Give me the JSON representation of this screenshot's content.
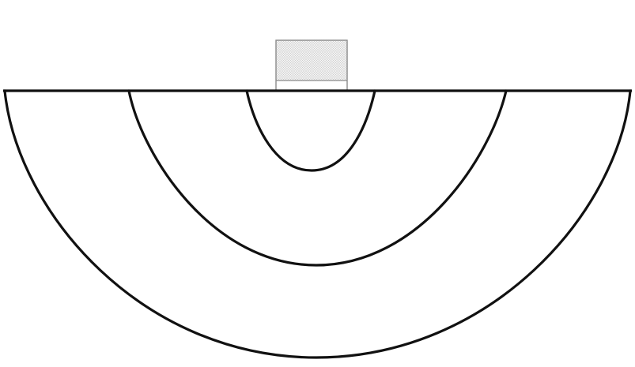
{
  "diagram": {
    "kind": "goal-zone-arcs",
    "zones": [
      {
        "id": "inner-zone"
      },
      {
        "id": "middle-zone"
      },
      {
        "id": "outer-zone"
      }
    ],
    "goal": {
      "id": "goal"
    },
    "colors": {
      "background": "#ffffff",
      "line": "#111111",
      "goal_frame": "#8a8a8a",
      "goal_net": "#f3f3f3",
      "goal_net_mesh": "#c8c8c8"
    }
  }
}
